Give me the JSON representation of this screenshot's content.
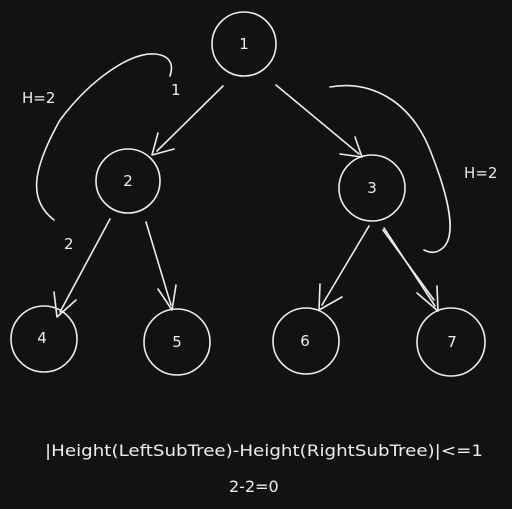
{
  "nodes": [
    {
      "id": "1",
      "label": "1"
    },
    {
      "id": "2",
      "label": "2"
    },
    {
      "id": "3",
      "label": "3"
    },
    {
      "id": "4",
      "label": "4"
    },
    {
      "id": "5",
      "label": "5"
    },
    {
      "id": "6",
      "label": "6"
    },
    {
      "id": "7",
      "label": "7"
    }
  ],
  "edges": [
    {
      "from": "1",
      "to": "2"
    },
    {
      "from": "1",
      "to": "3"
    },
    {
      "from": "2",
      "to": "4"
    },
    {
      "from": "2",
      "to": "5"
    },
    {
      "from": "3",
      "to": "6"
    },
    {
      "from": "3",
      "to": "7"
    }
  ],
  "annotations": {
    "left_height": "H=2",
    "right_height": "H=2",
    "left_level_1": "1",
    "left_level_2": "2"
  },
  "formula": {
    "condition": "|Height(LeftSubTree)-Height(RightSubTree)|<=1",
    "calculation": "2-2=0"
  },
  "colors": {
    "background": "#121212",
    "ink": "#ededed"
  }
}
